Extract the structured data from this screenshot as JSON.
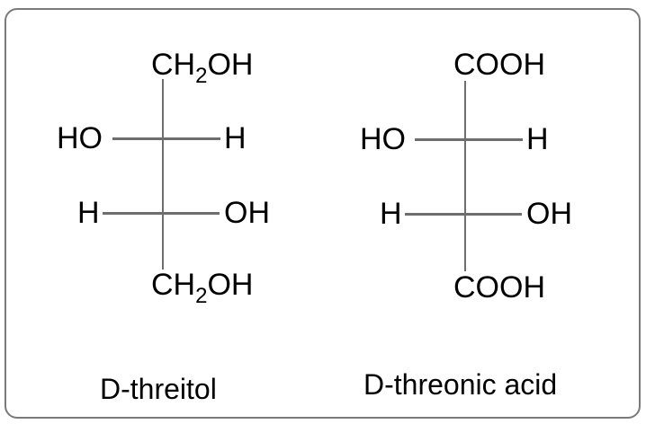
{
  "diagram": {
    "type": "fischer-projections",
    "border_color": "#7a7a7a",
    "bond_color": "#6e6e6e",
    "molecules": [
      {
        "name": "D-threitol",
        "top": {
          "main": "CH",
          "sub": "2",
          "tail": "OH"
        },
        "row1": {
          "left": "HO",
          "right": "H"
        },
        "row2": {
          "left": "H",
          "right": "OH"
        },
        "bottom": {
          "main": "CH",
          "sub": "2",
          "tail": "OH"
        }
      },
      {
        "name": "D-threonic acid",
        "top": "COOH",
        "row1": {
          "left": "HO",
          "right": "H"
        },
        "row2": {
          "left": "H",
          "right": "OH"
        },
        "bottom": "COOH"
      }
    ]
  }
}
